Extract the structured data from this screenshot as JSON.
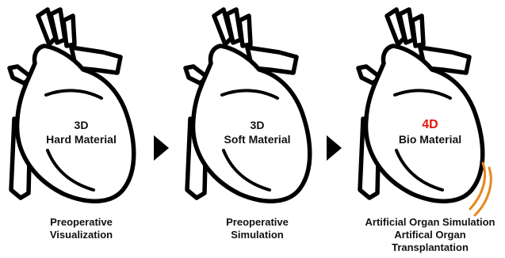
{
  "colors": {
    "line": "#000000",
    "accent": "#e8150c",
    "vibration": "#e8861c"
  },
  "stages": [
    {
      "dimension": "3D",
      "material": "Hard Material",
      "caption": [
        "Preoperative",
        "Visualization"
      ]
    },
    {
      "dimension": "3D",
      "material": "Soft Material",
      "caption": [
        "Preoperative",
        "Simulation"
      ]
    },
    {
      "dimension": "4D",
      "material": "Bio Material",
      "caption": [
        "Artificial Organ Simulation",
        "Artifical Organ",
        "Transplantation"
      ]
    }
  ],
  "arrows": [
    "triangle-right-icon",
    "triangle-right-icon"
  ],
  "indicator": "vibration-icon"
}
